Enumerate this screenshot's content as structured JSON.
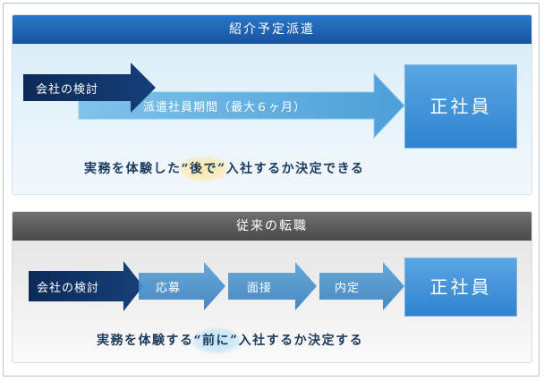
{
  "shokai": {
    "header": "紹介予定派遣",
    "step1": "会社の検討",
    "step2": "派遣社員期間（最大６ヶ月）",
    "result": "正社員",
    "caption_before": "実務を体験した",
    "caption_highlight": "“後で”",
    "caption_after": "入社するか決定できる"
  },
  "jurai": {
    "header": "従来の転職",
    "step1": "会社の検討",
    "step2": "応募",
    "step3": "面接",
    "step4": "内定",
    "result": "正社員",
    "caption_before": "実務を体験する",
    "caption_highlight": "“前に”",
    "caption_after": "入社するか決定する"
  },
  "colors": {
    "dark_navy": "#0f2e5c",
    "mid_blue": "#3f8ccd",
    "light_blue": "#63b0e0",
    "grey_header": "#5a5a5a"
  }
}
